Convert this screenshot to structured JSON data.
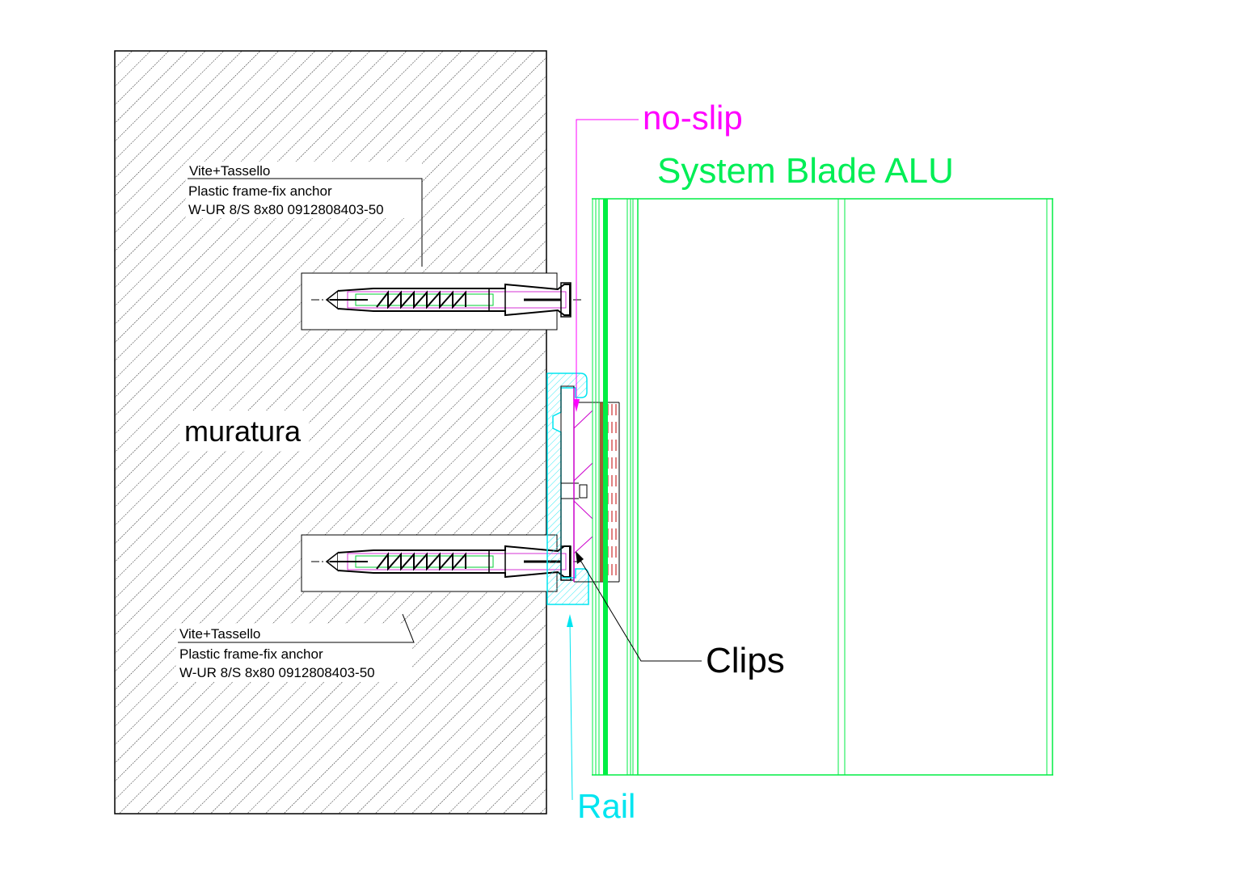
{
  "drawing": {
    "type": "CAD section detail",
    "colors": {
      "wall_outline": "#000000",
      "rail": "#00e5f0",
      "no_slip": "#ff00ff",
      "blade": "#00ff44",
      "clips": "#000000",
      "gasket": "#c00000"
    }
  },
  "labels": {
    "no_slip": "no-slip",
    "system_blade": "System Blade ALU",
    "muratura": "muratura",
    "clips": "Clips",
    "rail": "Rail"
  },
  "anchor_top": {
    "line1": "Vite+Tassello",
    "line2": "Plastic frame-fix anchor",
    "line3": "W-UR 8/S 8x80 0912808403-50"
  },
  "anchor_bottom": {
    "line1": "Vite+Tassello",
    "line2": "Plastic frame-fix anchor",
    "line3": "W-UR 8/S 8x80 0912808403-50"
  }
}
